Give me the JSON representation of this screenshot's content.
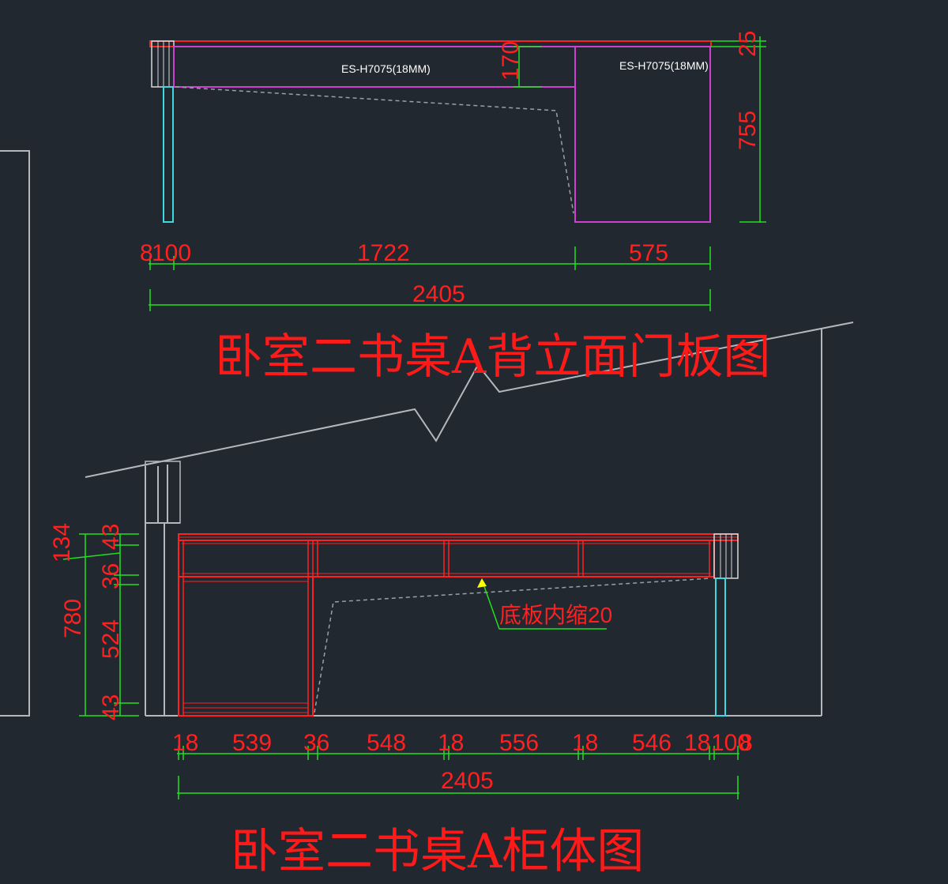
{
  "colors": {
    "background": "#212830",
    "outline_gray": "#b4b8bc",
    "door_panel_magenta": "#d040d0",
    "cabinet_red": "#ff2020",
    "leg_cyan": "#40d8e0",
    "dimension_green": "#20e020",
    "hidden_line_gray": "#9aa0a6",
    "title_red": "#ff1a1a",
    "leader_yellow": "#ffff00"
  },
  "back_elevation": {
    "title": "卧室二书桌A背立面门板图",
    "panel_label_left": "ES-H7075(18MM)",
    "panel_label_right": "ES-H7075(18MM)",
    "dim_bottom_segments": [
      "8",
      "100",
      "1722",
      "575"
    ],
    "dim_total": "2405",
    "dim_right_top": "25",
    "dim_right_main": "755",
    "dim_drawer_height": "170"
  },
  "cabinet_elevation": {
    "title": "卧室二书桌A柜体图",
    "note": "底板内缩20",
    "dim_left_outer": "780",
    "dim_left_top_group": "134",
    "dim_left_segments": [
      "43",
      "36",
      "524",
      "43"
    ],
    "dim_bottom_segments": [
      "18",
      "539",
      "36",
      "548",
      "18",
      "556",
      "18",
      "546",
      "18",
      "100",
      "8"
    ],
    "dim_total": "2405"
  }
}
